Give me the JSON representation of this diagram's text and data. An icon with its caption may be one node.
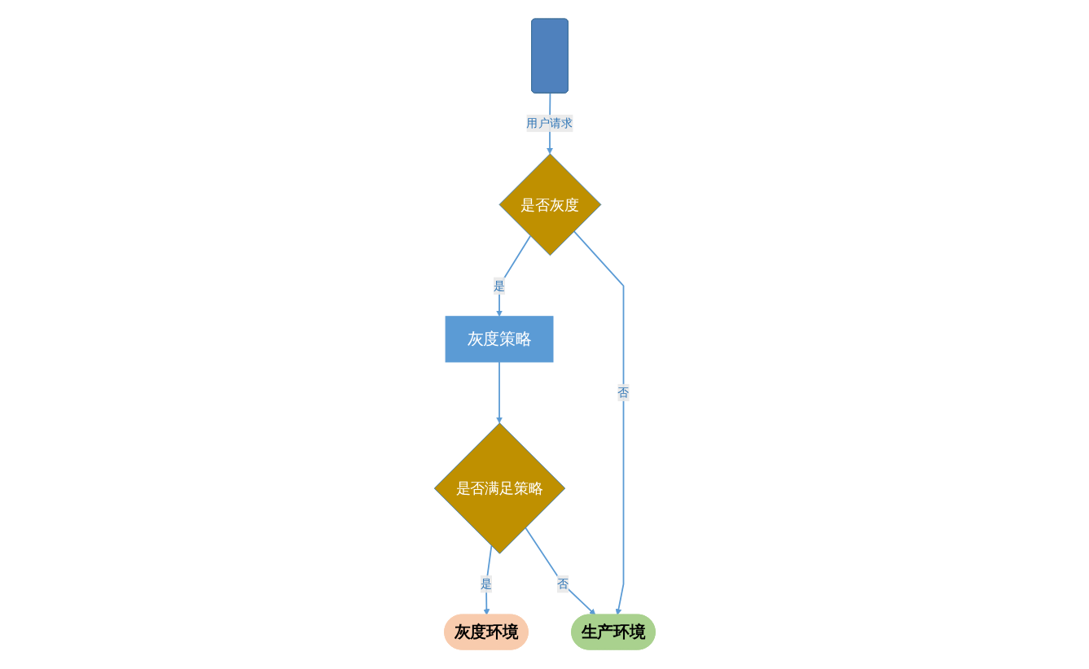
{
  "diagram": {
    "nodes": [
      {
        "text": [],
        "shape": "person"
      },
      {
        "text": [
          "是否灰度"
        ]
      },
      {
        "text": [
          "灰度策略"
        ]
      },
      {
        "text": [
          "是否满足策略"
        ]
      },
      {
        "text": [
          "生产环境"
        ]
      },
      {
        "text": [
          "灰度环境"
        ]
      }
    ],
    "edges": [
      {
        "from": 0,
        "to": 1,
        "arrow": "to",
        "label": "用户请求"
      },
      {
        "from": 1,
        "to": 2,
        "arrow": "to",
        "label": "是"
      },
      {
        "from": 1,
        "to": 4,
        "arrow": "to",
        "label": "否"
      },
      {
        "from": 2,
        "to": 3,
        "arrow": "to"
      },
      {
        "from": 3,
        "to": 5,
        "arrow": "to",
        "label": "是"
      },
      {
        "from": 3,
        "to": 4,
        "arrow": "to",
        "label": "否"
      }
    ]
  }
}
